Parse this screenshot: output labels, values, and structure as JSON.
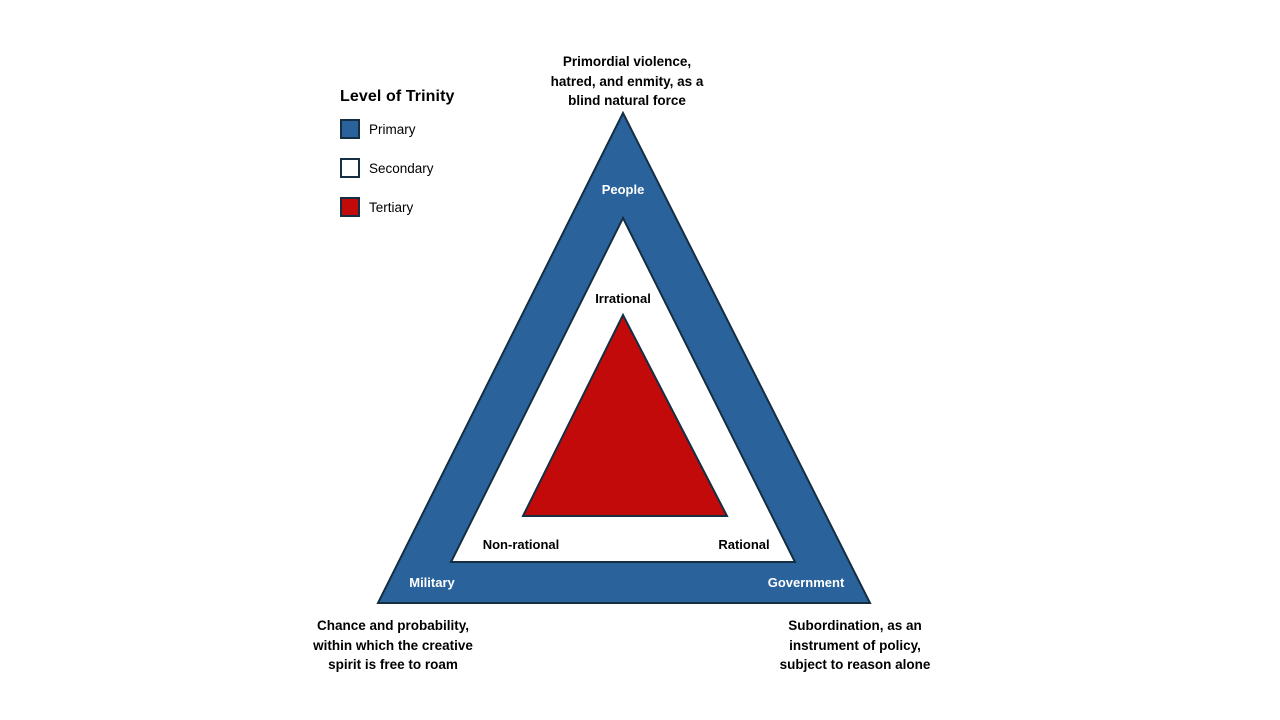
{
  "diagram": {
    "description": "Nested triangle diagram of the trinity: primary, secondary, and tertiary levels"
  },
  "legend": {
    "title": "Level of Trinity",
    "items": [
      {
        "label": "Primary",
        "color": "#2A629B"
      },
      {
        "label": "Secondary",
        "color": "#FFFFFF"
      },
      {
        "label": "Tertiary",
        "color": "#C20A0A"
      }
    ]
  },
  "labels": {
    "people": "People",
    "irrational": "Irrational",
    "non_rational": "Non-rational",
    "rational": "Rational",
    "military": "Military",
    "government": "Government"
  },
  "annotations": {
    "top": "Primordial violence,\nhatred, and enmity, as a\nblind natural force",
    "bottom_left": "Chance and probability,\nwithin which the creative\nspirit is free to roam",
    "bottom_right": "Subordination, as an\ninstrument of policy,\nsubject to reason alone"
  },
  "colors": {
    "outline": "#152E42",
    "background": "#FFFFFF",
    "text_dark": "#000000",
    "text_light": "#FFFFFF"
  }
}
